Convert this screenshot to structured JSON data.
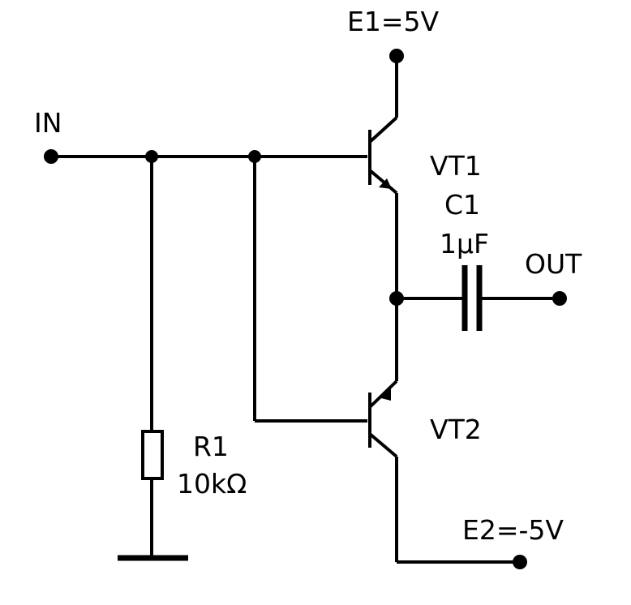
{
  "labels": {
    "e1": "E1=5V",
    "in": "IN",
    "vt1": "VT1",
    "c1_name": "C1",
    "c1_value": "1µF",
    "out": "OUT",
    "vt2": "VT2",
    "r1_name": "R1",
    "r1_value": "10kΩ",
    "e2": "E2=-5V"
  }
}
